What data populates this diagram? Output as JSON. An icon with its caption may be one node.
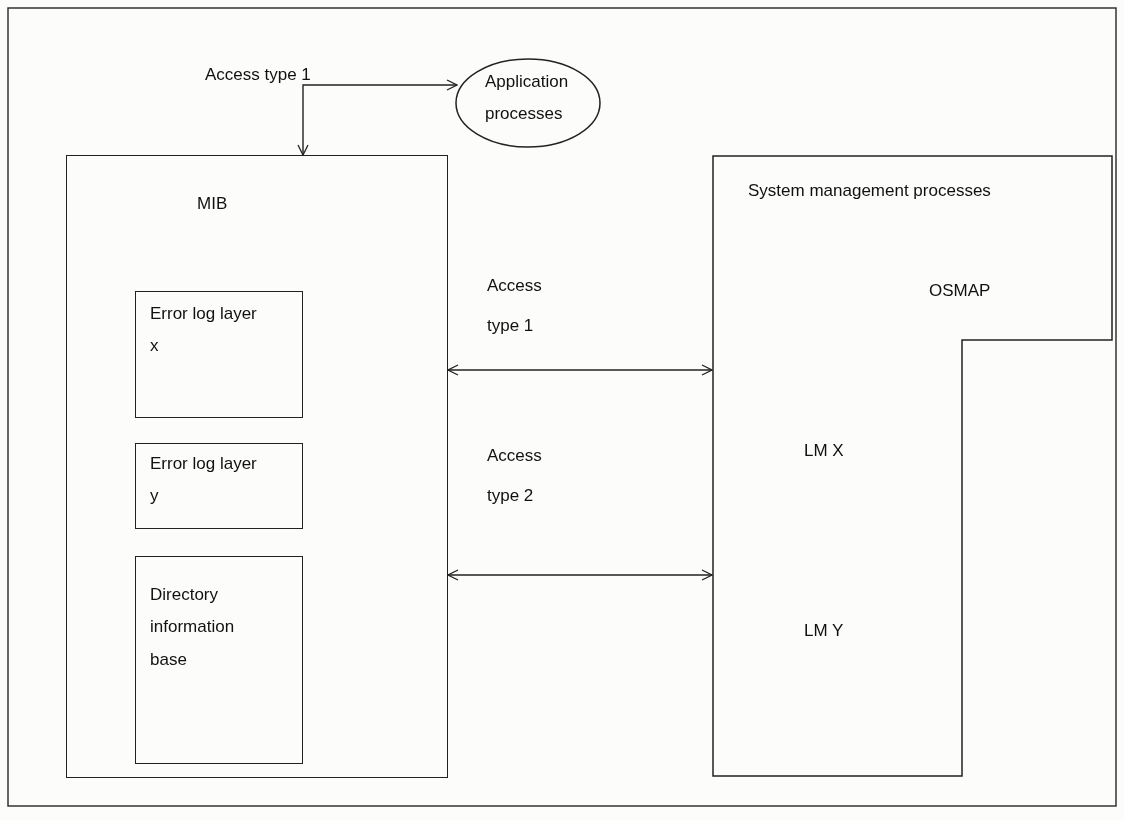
{
  "diagram": {
    "nodes": [
      {
        "text": [
          "Application processes"
        ]
      },
      {
        "text": [
          "MIB"
        ]
      },
      {
        "text": [
          "Error log layer x"
        ],
        "in": 1
      },
      {
        "text": [
          "Error log layer y"
        ],
        "in": 1
      },
      {
        "text": [
          "Directory information base"
        ],
        "in": 1
      },
      {
        "text": [
          "System management processes",
          "OSMAP",
          "LM X",
          "LM Y"
        ]
      }
    ],
    "edges": [
      {
        "from": 0,
        "to": 1,
        "arrow": "both",
        "label": "Access type 1"
      },
      {
        "from": 1,
        "to": 5,
        "arrow": "both",
        "label": "Access type 1"
      },
      {
        "from": 1,
        "to": 5,
        "arrow": "both",
        "label": "Access type 2"
      }
    ]
  }
}
